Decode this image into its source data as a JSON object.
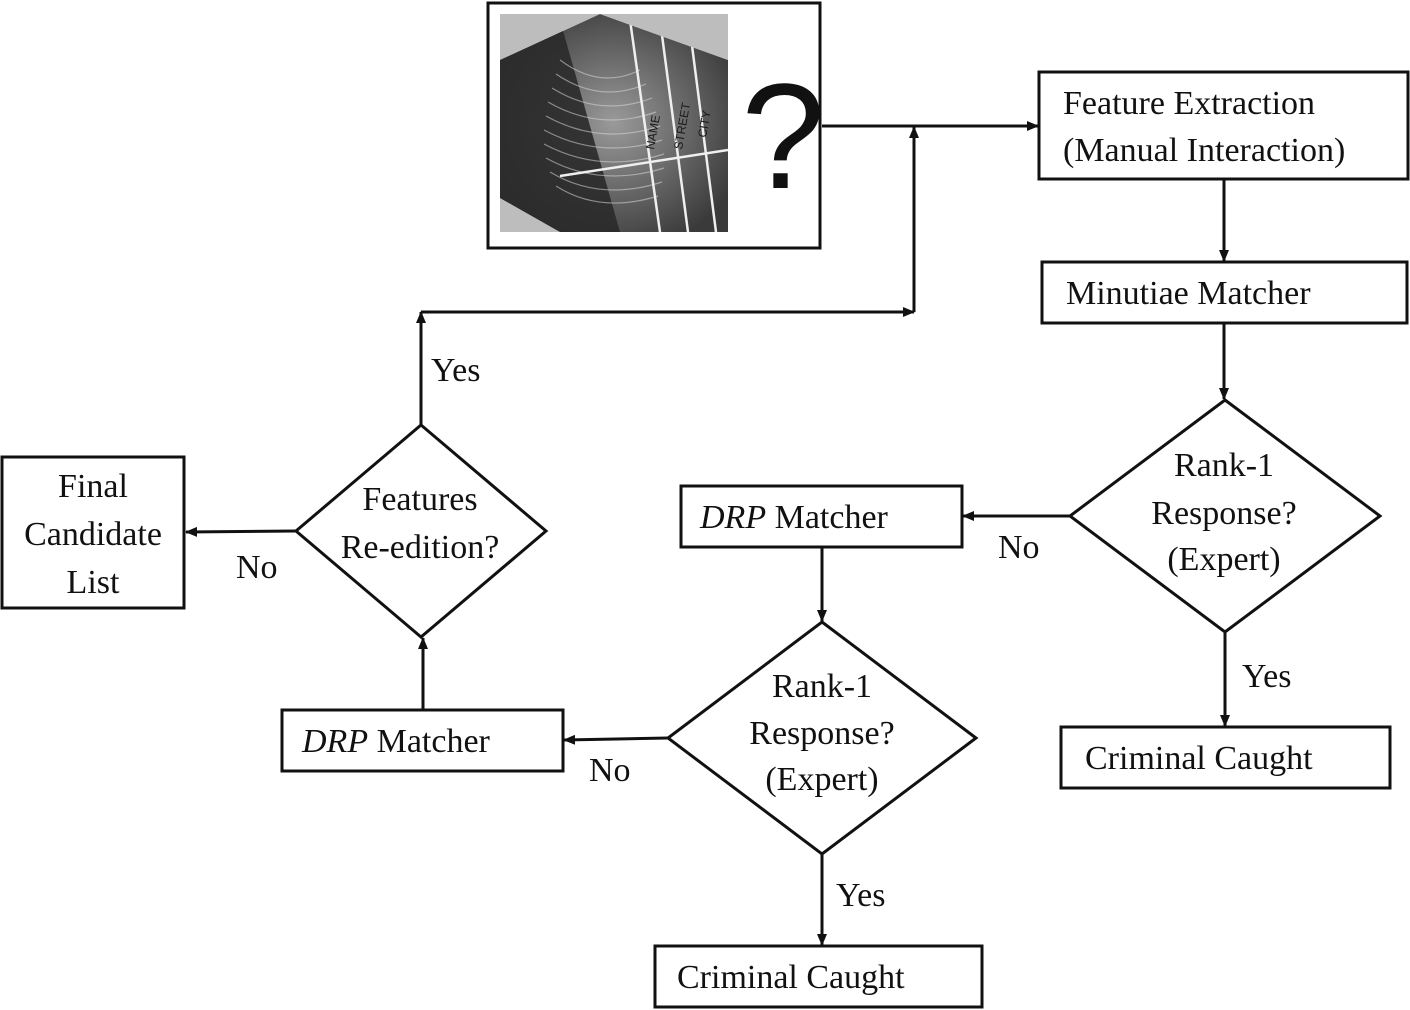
{
  "question_mark": "?",
  "fingerprint_card": {
    "labels": [
      "NAME",
      "STREET",
      "CITY"
    ]
  },
  "nodes": {
    "feature_extraction": {
      "line1": "Feature Extraction",
      "line2": "(Manual Interaction)"
    },
    "minutiae_matcher": {
      "label": "Minutiae Matcher"
    },
    "rank1_first": {
      "line1": "Rank-1",
      "line2": "Response?",
      "line3": "(Expert)"
    },
    "drp_matcher_first": {
      "italic": "DRP",
      "rest": " Matcher"
    },
    "rank1_second": {
      "line1": "Rank-1",
      "line2": "Response?",
      "line3": "(Expert)"
    },
    "drp_matcher_second": {
      "italic": "DRP",
      "rest": " Matcher"
    },
    "features_reedition": {
      "line1": "Features",
      "line2": "Re-edition?"
    },
    "final_candidate_list": {
      "line1": "Final",
      "line2": "Candidate",
      "line3": "List"
    },
    "criminal_caught_first": {
      "label": "Criminal Caught"
    },
    "criminal_caught_second": {
      "label": "Criminal Caught"
    }
  },
  "edge_labels": {
    "no_rank1_first": "No",
    "yes_rank1_first": "Yes",
    "no_rank1_second": "No",
    "yes_rank1_second": "Yes",
    "no_reedition": "No",
    "yes_reedition": "Yes"
  }
}
